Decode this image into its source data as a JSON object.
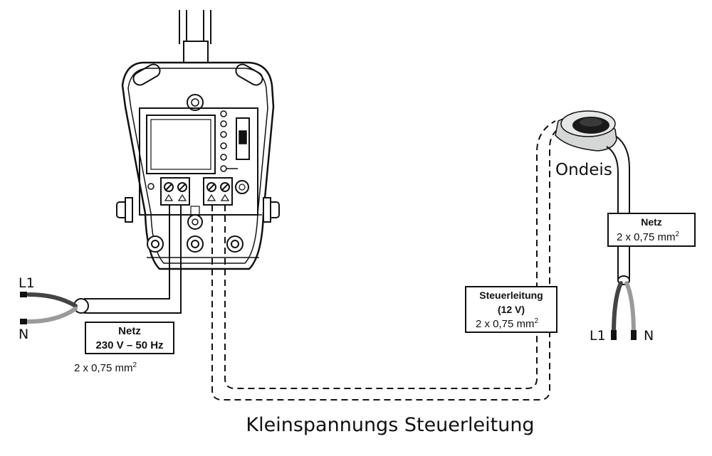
{
  "left_feed": {
    "l1_label": "L1",
    "n_label": "N",
    "box_line1": "Netz",
    "box_line2": "230 V – 50 Hz",
    "cable_spec": "2 x 0,75 mm",
    "cable_spec_sup": "2"
  },
  "sensor": {
    "name": "Ondeis",
    "box_line1": "Netz",
    "box_line2": "2 x 0,75 mm",
    "box_line2_sup": "2",
    "l1_label": "L1",
    "n_label": "N"
  },
  "control_cable": {
    "line1": "Steuerleitung",
    "line2": "(12 V)",
    "line3": "2 x 0,75 mm",
    "line3_sup": "2"
  },
  "caption": "Kleinspannungs Steuerleitung",
  "colors": {
    "line": "#111111",
    "device_fill": "#ffffff",
    "sensor_fill": "#d5d7d6",
    "wire_gray": "#9a9a9a",
    "wire_dark": "#444444"
  }
}
